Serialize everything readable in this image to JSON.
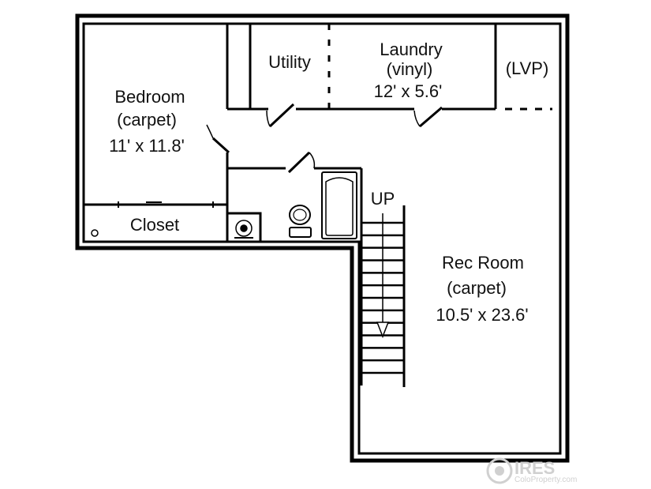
{
  "rooms": {
    "bedroom": {
      "name": "Bedroom",
      "floor": "(carpet)",
      "size": "11' x 11.8'"
    },
    "utility": {
      "name": "Utility"
    },
    "laundry": {
      "name": "Laundry",
      "floor": "(vinyl)",
      "size": "12' x 5.6'"
    },
    "lvp": {
      "name": "(LVP)"
    },
    "closet": {
      "name": "Closet"
    },
    "rec_room": {
      "name": "Rec Room",
      "floor": "(carpet)",
      "size": "10.5' x 23.6'"
    }
  },
  "stairs": {
    "label": "UP",
    "steps": 13
  },
  "watermark": {
    "brand": "IRES",
    "site": "ColoProperty.com"
  },
  "colors": {
    "wall": "#000000",
    "background": "#ffffff",
    "watermark": "#d0d0d0"
  }
}
